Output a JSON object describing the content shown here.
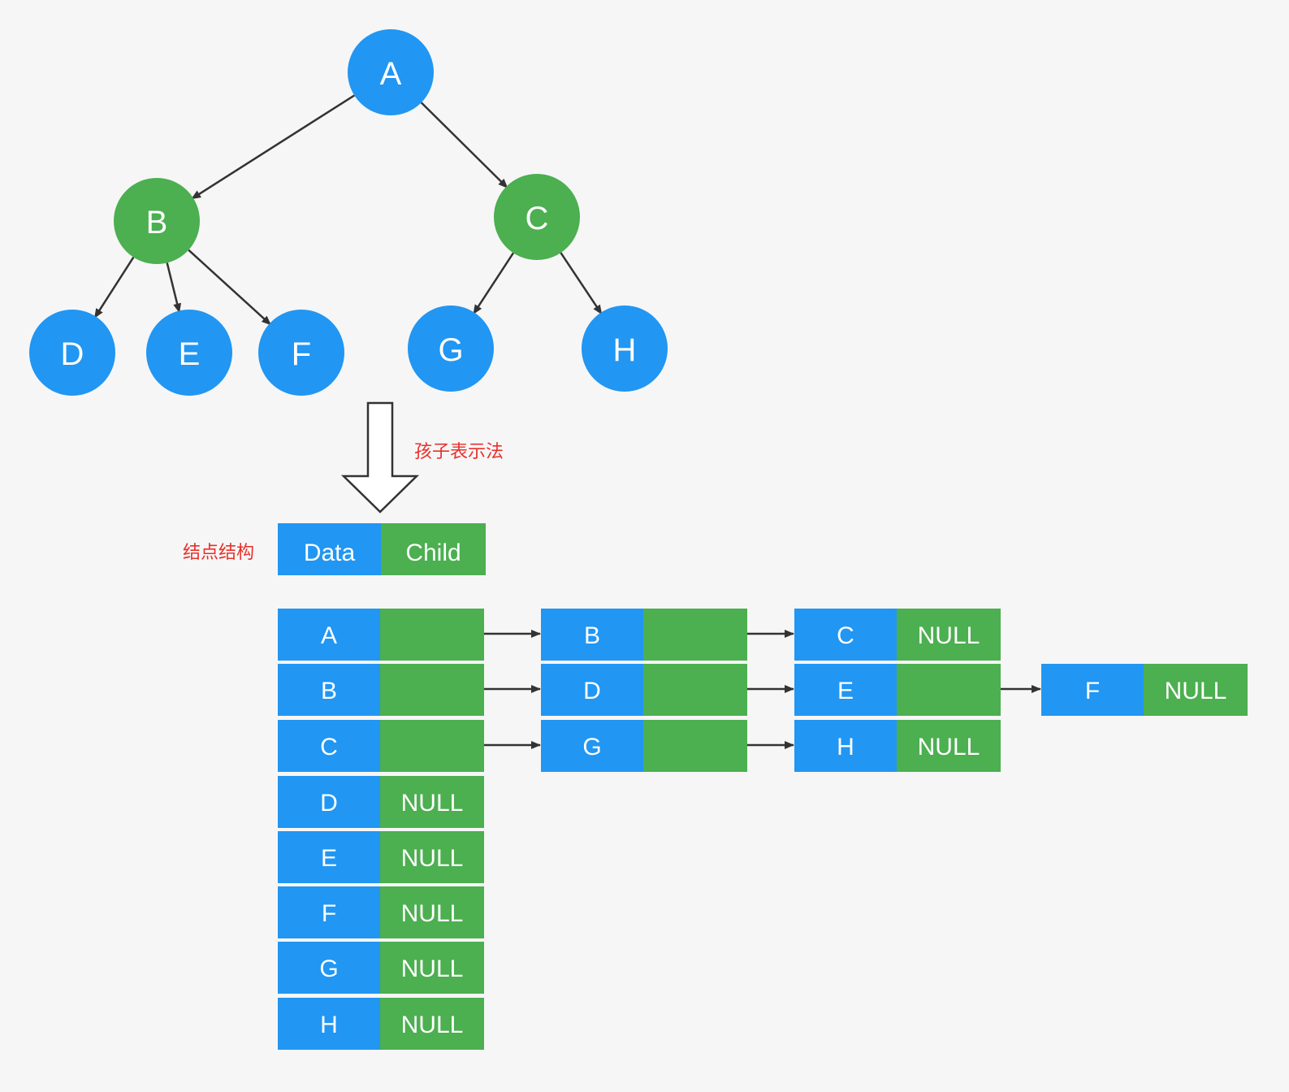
{
  "colors": {
    "blue": "#2196f3",
    "green": "#4caf50",
    "note": "#e8312c",
    "edge": "#333333",
    "background": "#f6f6f6"
  },
  "tree": {
    "nodes": [
      {
        "id": "A",
        "label": "A",
        "color": "blue"
      },
      {
        "id": "B",
        "label": "B",
        "color": "green"
      },
      {
        "id": "C",
        "label": "C",
        "color": "green"
      },
      {
        "id": "D",
        "label": "D",
        "color": "blue"
      },
      {
        "id": "E",
        "label": "E",
        "color": "blue"
      },
      {
        "id": "F",
        "label": "F",
        "color": "blue"
      },
      {
        "id": "G",
        "label": "G",
        "color": "blue"
      },
      {
        "id": "H",
        "label": "H",
        "color": "blue"
      }
    ],
    "edges": [
      [
        "A",
        "B"
      ],
      [
        "A",
        "C"
      ],
      [
        "B",
        "D"
      ],
      [
        "B",
        "E"
      ],
      [
        "B",
        "F"
      ],
      [
        "C",
        "G"
      ],
      [
        "C",
        "H"
      ]
    ]
  },
  "transform_label": "孩子表示法",
  "structure": {
    "label": "结点结构",
    "fields": [
      "Data",
      "Child"
    ]
  },
  "table": {
    "rows": [
      {
        "data": "A",
        "child": "",
        "list": [
          {
            "data": "B",
            "child": ""
          },
          {
            "data": "C",
            "child": "NULL"
          }
        ]
      },
      {
        "data": "B",
        "child": "",
        "list": [
          {
            "data": "D",
            "child": ""
          },
          {
            "data": "E",
            "child": ""
          },
          {
            "data": "F",
            "child": "NULL"
          }
        ]
      },
      {
        "data": "C",
        "child": "",
        "list": [
          {
            "data": "G",
            "child": ""
          },
          {
            "data": "H",
            "child": "NULL"
          }
        ]
      },
      {
        "data": "D",
        "child": "NULL",
        "list": []
      },
      {
        "data": "E",
        "child": "NULL",
        "list": []
      },
      {
        "data": "F",
        "child": "NULL",
        "list": []
      },
      {
        "data": "G",
        "child": "NULL",
        "list": []
      },
      {
        "data": "H",
        "child": "NULL",
        "list": []
      }
    ]
  }
}
